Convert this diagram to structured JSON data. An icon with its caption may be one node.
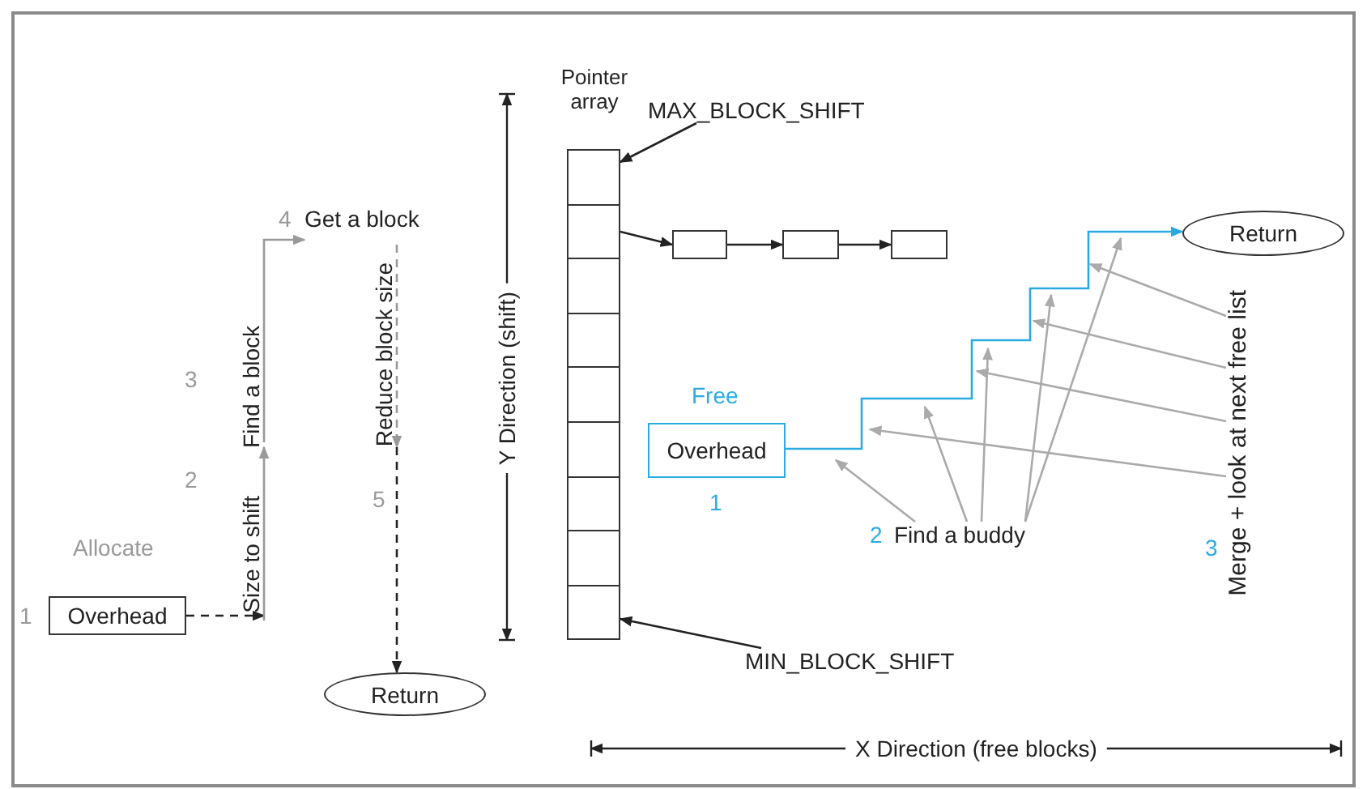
{
  "diagram": {
    "nodes": [
      {
        "text": [
          "Overhead"
        ],
        "beside": [
          "1"
        ]
      },
      {
        "text": [
          "Size to shift"
        ],
        "beside": [
          "2"
        ]
      },
      {
        "text": [
          "Find a block"
        ],
        "beside": [
          "3"
        ]
      },
      {
        "text": [
          "Get a block"
        ],
        "beside": [
          "4"
        ]
      },
      {
        "text": [
          "Reduce block size"
        ],
        "beside": [
          "5"
        ]
      },
      {
        "text": [
          "Return"
        ]
      },
      {
        "text": [
          "Pointer array"
        ]
      },
      {
        "text": [],
        "shape": "box",
        "in": 6
      },
      {
        "text": [],
        "shape": "box",
        "in": 6
      },
      {
        "text": [],
        "shape": "box",
        "in": 6
      },
      {
        "text": [],
        "shape": "box",
        "in": 6
      },
      {
        "text": [],
        "shape": "box",
        "in": 6
      },
      {
        "text": [],
        "shape": "box",
        "in": 6
      },
      {
        "text": [],
        "shape": "box",
        "in": 6
      },
      {
        "text": [],
        "shape": "box",
        "in": 6
      },
      {
        "text": [],
        "shape": "box",
        "in": 6
      },
      {
        "text": [],
        "shape": "box"
      },
      {
        "text": [],
        "shape": "box"
      },
      {
        "text": [],
        "shape": "box"
      },
      {
        "text": [
          "MAX_BLOCK_SHIFT"
        ]
      },
      {
        "text": [
          "MIN_BLOCK_SHIFT"
        ]
      },
      {
        "text": [
          "Overhead"
        ],
        "beside": [
          "Free",
          "1"
        ]
      },
      {
        "text": [
          "Return"
        ]
      },
      {
        "text": [
          "Find a buddy"
        ],
        "beside": [
          "2"
        ]
      },
      {
        "text": [
          "Merge + look at next free list"
        ],
        "beside": [
          "3"
        ]
      }
    ],
    "edges": [
      {
        "from": 0,
        "to": 1,
        "arrow": "to",
        "style": "dashed",
        "color": "#222222"
      },
      {
        "from": 1,
        "to": 2,
        "arrow": "to",
        "color": "#999999"
      },
      {
        "from": 2,
        "to": 3,
        "arrow": "to",
        "color": "#999999"
      },
      {
        "from": 3,
        "to": 4,
        "arrow": "to",
        "style": "dashed",
        "color": "#999999"
      },
      {
        "from": 4,
        "to": 5,
        "arrow": "to",
        "style": "dashed",
        "color": "#222222"
      },
      {
        "from": 8,
        "to": 16,
        "arrow": "to",
        "color": "#222222"
      },
      {
        "from": 16,
        "to": 17,
        "arrow": "to",
        "color": "#222222"
      },
      {
        "from": 17,
        "to": 18,
        "arrow": "to",
        "color": "#222222"
      },
      {
        "from": 19,
        "to": 7,
        "arrow": "to",
        "color": "#222222"
      },
      {
        "from": 20,
        "to": 15,
        "arrow": "to",
        "color": "#222222"
      },
      {
        "from": 21,
        "to": 22,
        "arrow": "to",
        "color": "#29abe2"
      },
      {
        "from": 23,
        "to": null,
        "arrow": "to",
        "color": "#aaaaaa"
      },
      {
        "from": 23,
        "to": null,
        "arrow": "to",
        "color": "#aaaaaa"
      },
      {
        "from": 23,
        "to": null,
        "arrow": "to",
        "color": "#aaaaaa"
      },
      {
        "from": 23,
        "to": null,
        "arrow": "to",
        "color": "#aaaaaa"
      },
      {
        "from": 23,
        "to": null,
        "arrow": "to",
        "color": "#aaaaaa"
      },
      {
        "from": 24,
        "to": null,
        "arrow": "to",
        "color": "#aaaaaa"
      },
      {
        "from": 24,
        "to": null,
        "arrow": "to",
        "color": "#aaaaaa"
      },
      {
        "from": 24,
        "to": null,
        "arrow": "to",
        "color": "#aaaaaa"
      },
      {
        "from": 24,
        "to": null,
        "arrow": "to",
        "color": "#aaaaaa"
      }
    ],
    "labels": [
      "Allocate",
      "Y Direction (shift)",
      "X Direction (free blocks)"
    ]
  }
}
